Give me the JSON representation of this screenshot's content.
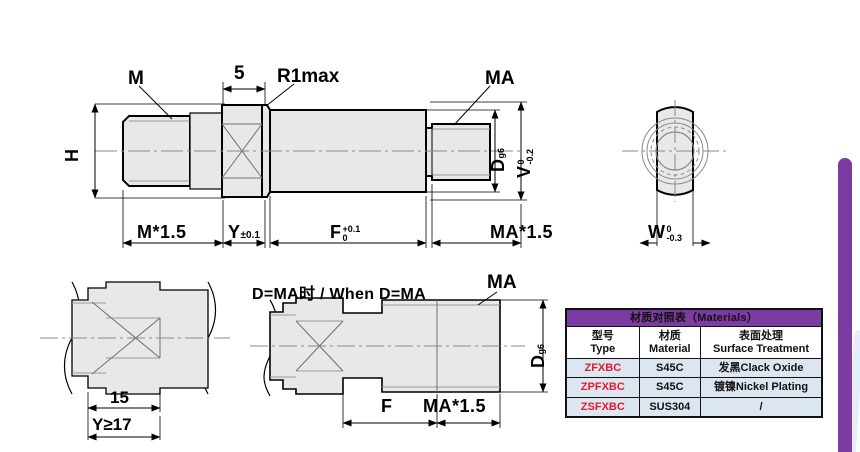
{
  "drawing": {
    "title_note": "D=MA时 / When D=MA",
    "main_view": {
      "callouts": [
        {
          "id": "m-thread",
          "text": "M"
        },
        {
          "id": "r1max",
          "text": "R1max"
        },
        {
          "id": "ma-thread",
          "text": "MA"
        }
      ],
      "top_dims": [
        {
          "id": "shoulder-width",
          "text": "5"
        }
      ],
      "left_dims": [
        {
          "id": "head-height",
          "text": "H"
        }
      ],
      "right_dims": [
        {
          "id": "shank-dia",
          "base": "D",
          "sub": "g6"
        },
        {
          "id": "flat-height",
          "base": "V",
          "upper": "0",
          "lower": "-0.2"
        }
      ],
      "bottom_dims": [
        {
          "id": "m-thread-length",
          "text": "M*1.5"
        },
        {
          "id": "y-dim",
          "base": "Y",
          "tol": "±0.1"
        },
        {
          "id": "f-dim",
          "base": "F",
          "upper": "+0.1",
          "lower": "0"
        },
        {
          "id": "ma-thread-length",
          "text": "MA*1.5"
        }
      ]
    },
    "end_view": {
      "dim": {
        "id": "across-flats",
        "base": "W",
        "upper": "0",
        "lower": "-0.3"
      }
    },
    "detail_left_view": {
      "dims": [
        {
          "id": "flat-length",
          "text": "15"
        },
        {
          "id": "y-min",
          "text": "Y≥17"
        }
      ]
    },
    "detail_bottom_view": {
      "callouts": [
        {
          "id": "ma-thread",
          "text": "MA"
        }
      ],
      "dims": [
        {
          "id": "f-dim",
          "text": "F"
        },
        {
          "id": "ma-thread-length",
          "text": "MA*1.5"
        },
        {
          "id": "shank-dia",
          "base": "D",
          "sub": "g6"
        }
      ]
    }
  },
  "materials_table": {
    "title": "材质对照表（Materials）",
    "headers": [
      {
        "cn": "型号",
        "en": "Type"
      },
      {
        "cn": "材质",
        "en": "Material"
      },
      {
        "cn": "表面处理",
        "en": "Surface Treatment"
      }
    ],
    "rows": [
      {
        "type": "ZFXBC",
        "material": "S45C",
        "surface": "发黑Clack Oxide"
      },
      {
        "type": "ZPFXBC",
        "material": "S45C",
        "surface": "镀镍Nickel Plating"
      },
      {
        "type": "ZSFXBC",
        "material": "SUS304",
        "surface": "/"
      }
    ]
  },
  "colors": {
    "table_header": "#7b3ba0",
    "row_fill": "#dce6f1",
    "type_text": "#e8192c",
    "accent_bar": "#7b3ba0",
    "part_fill": "#e8e8e8"
  }
}
